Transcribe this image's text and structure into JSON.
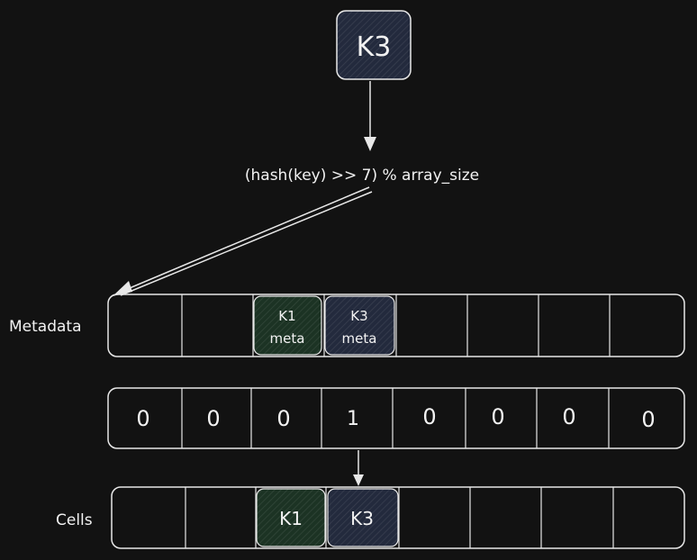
{
  "key_box": {
    "label": "K3",
    "fill": "#232a3d"
  },
  "formula": "(hash(key) >> 7) % array_size",
  "metadata_row": {
    "label": "Metadata",
    "cells": [
      {
        "line1": "",
        "line2": ""
      },
      {
        "line1": "",
        "line2": ""
      },
      {
        "line1": "K1",
        "line2": "meta",
        "fill": "#1c3324"
      },
      {
        "line1": "K3",
        "line2": "meta",
        "fill": "#232a3d"
      },
      {
        "line1": "",
        "line2": ""
      },
      {
        "line1": "",
        "line2": ""
      },
      {
        "line1": "",
        "line2": ""
      },
      {
        "line1": "",
        "line2": ""
      }
    ]
  },
  "bits_row": {
    "values": [
      "0",
      "0",
      "0",
      "1",
      "0",
      "0",
      "0",
      "0"
    ]
  },
  "cells_row": {
    "label": "Cells",
    "cells": [
      {
        "label": ""
      },
      {
        "label": ""
      },
      {
        "label": "K1",
        "fill": "#1c3324"
      },
      {
        "label": "K3",
        "fill": "#232a3d"
      },
      {
        "label": ""
      },
      {
        "label": ""
      },
      {
        "label": ""
      },
      {
        "label": ""
      }
    ]
  },
  "colors": {
    "background": "#121212",
    "stroke": "#e8e8e8",
    "k1_fill": "#1c3324",
    "k3_fill": "#232a3d"
  }
}
